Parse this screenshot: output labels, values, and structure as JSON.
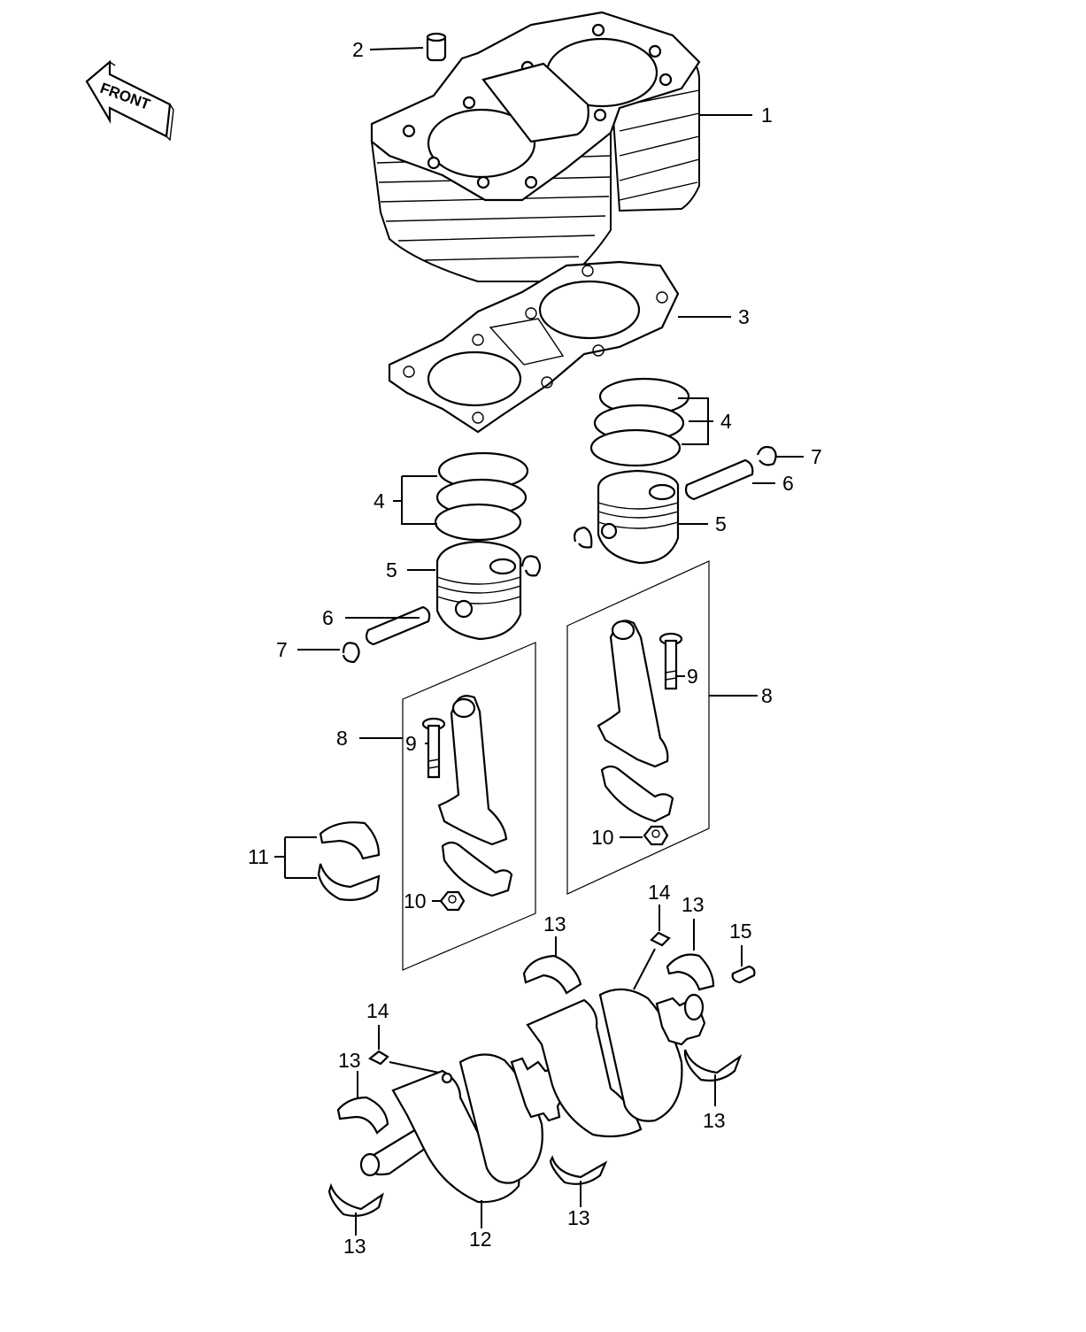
{
  "front_label": "FRONT",
  "callouts": {
    "c1": "1",
    "c2": "2",
    "c3": "3",
    "c4a": "4",
    "c4b": "4",
    "c5a": "5",
    "c5b": "5",
    "c6a": "6",
    "c6b": "6",
    "c7a": "7",
    "c7b": "7",
    "c8a": "8",
    "c8b": "8",
    "c9a": "9",
    "c9b": "9",
    "c10a": "10",
    "c10b": "10",
    "c11": "11",
    "c12": "12",
    "c13a": "13",
    "c13b": "13",
    "c13c": "13",
    "c13d": "13",
    "c13e": "13",
    "c13f": "13",
    "c14a": "14",
    "c14b": "14",
    "c15": "15"
  }
}
